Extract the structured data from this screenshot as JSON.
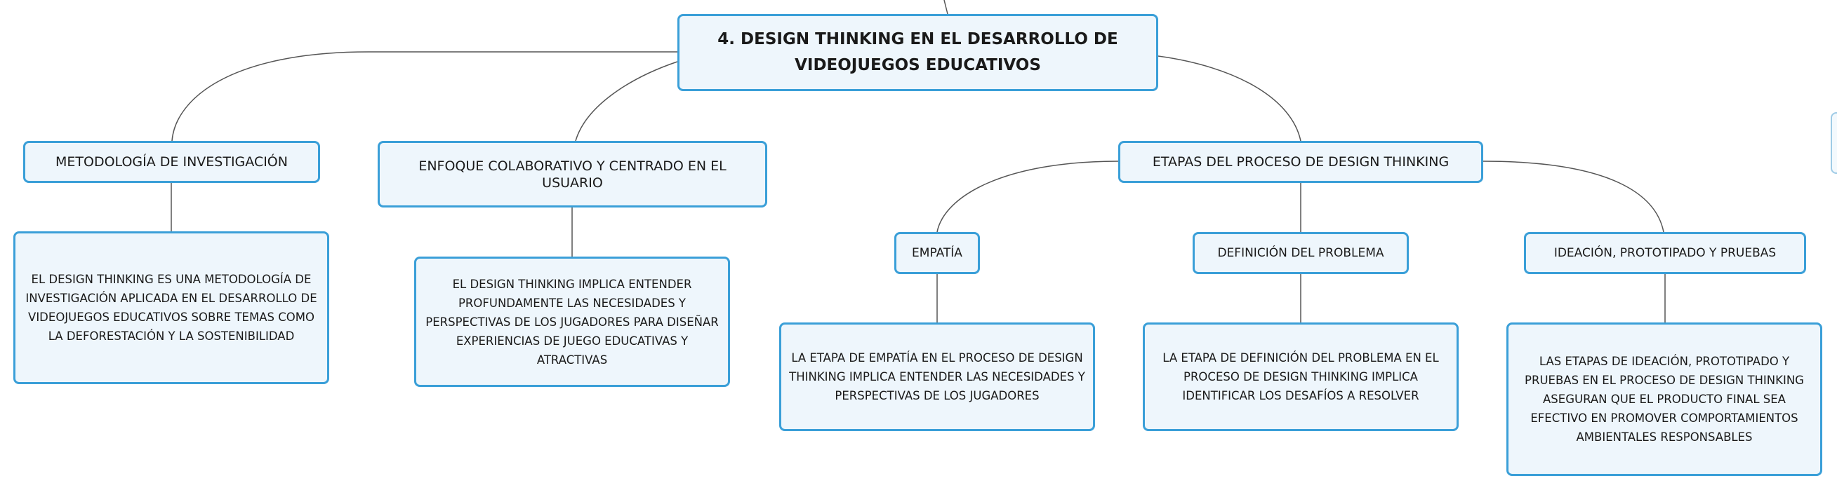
{
  "diagram": {
    "root": {
      "title": "4. DESIGN THINKING EN EL DESARROLLO DE VIDEOJUEGOS EDUCATIVOS"
    },
    "branches": [
      {
        "label": "METODOLOGÍA DE INVESTIGACIÓN",
        "description": "EL DESIGN THINKING ES UNA METODOLOGÍA DE INVESTIGACIÓN APLICADA EN EL DESARROLLO DE VIDEOJUEGOS EDUCATIVOS SOBRE TEMAS COMO LA DEFORESTACIÓN Y LA SOSTENIBILIDAD"
      },
      {
        "label": "ENFOQUE COLABORATIVO Y CENTRADO EN EL USUARIO",
        "description": "EL DESIGN THINKING IMPLICA ENTENDER PROFUNDAMENTE LAS NECESIDADES Y PERSPECTIVAS DE LOS JUGADORES PARA DISEÑAR EXPERIENCIAS DE JUEGO EDUCATIVAS Y ATRACTIVAS"
      },
      {
        "label": "ETAPAS DEL PROCESO DE DESIGN THINKING",
        "children": [
          {
            "label": "EMPATÍA",
            "description": "LA ETAPA DE EMPATÍA EN EL PROCESO DE DESIGN THINKING IMPLICA ENTENDER LAS NECESIDADES Y PERSPECTIVAS DE LOS JUGADORES"
          },
          {
            "label": "DEFINICIÓN DEL PROBLEMA",
            "description": "LA ETAPA DE DEFINICIÓN DEL PROBLEMA EN EL PROCESO DE DESIGN THINKING IMPLICA IDENTIFICAR LOS DESAFÍOS A RESOLVER"
          },
          {
            "label": "IDEACIÓN, PROTOTIPADO Y PRUEBAS",
            "description": "LAS ETAPAS DE IDEACIÓN, PROTOTIPADO Y PRUEBAS EN EL PROCESO DE DESIGN THINKING ASEGURAN QUE EL PRODUCTO FINAL SEA EFECTIVO EN PROMOVER COMPORTAMIENTOS AMBIENTALES RESPONSABLES"
          }
        ]
      }
    ]
  },
  "colors": {
    "node_border": "#3a9fd8",
    "node_fill": "#eef6fc",
    "connector": "#555555",
    "text": "#1a1a1a"
  }
}
